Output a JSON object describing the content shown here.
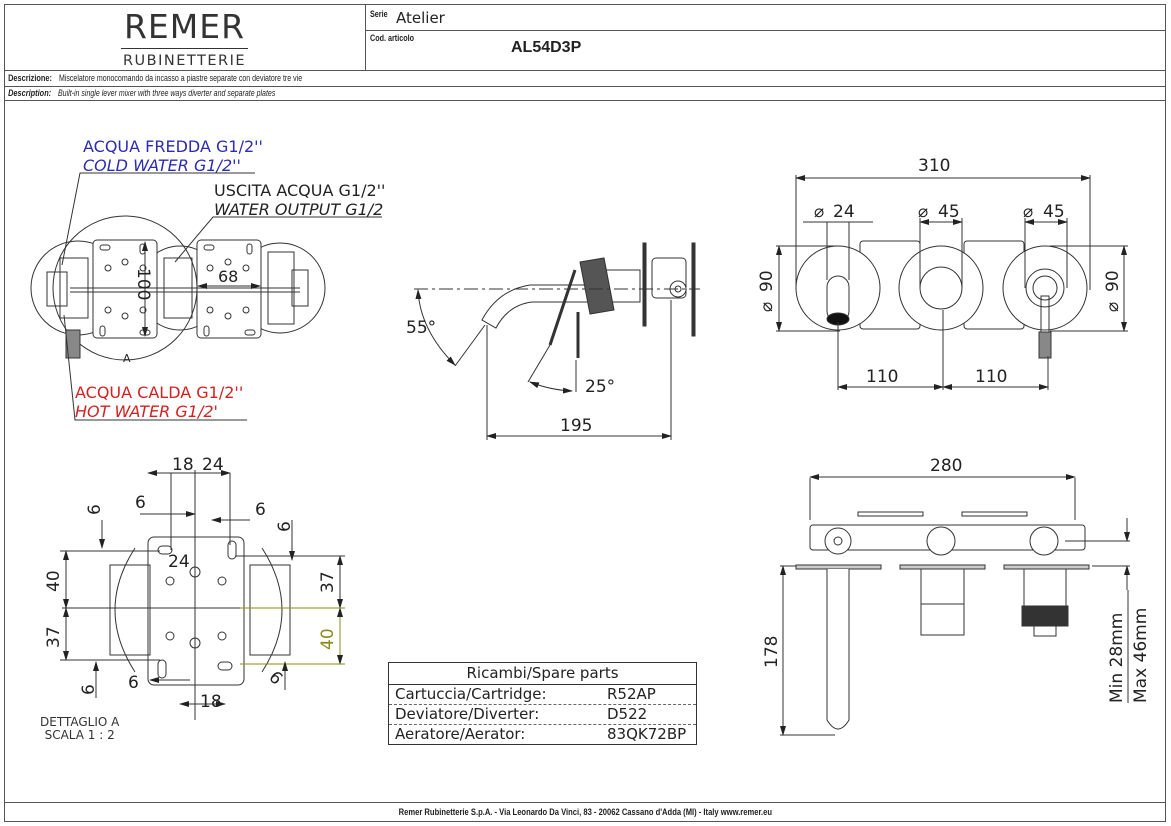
{
  "header": {
    "logo_main": "REMER",
    "logo_sub": "RUBINETTERIE",
    "serie_label": "Serie",
    "serie_value": "Atelier",
    "cod_label": "Cod. articolo",
    "cod_value": "AL54D3P"
  },
  "description": {
    "it_label": "Descrizione:",
    "it_text": "Miscelatore monocomando da incasso a piastre separate con deviatore tre vie",
    "en_label": "Description:",
    "en_text": "Built-in single lever mixer with three ways diverter and separate plates"
  },
  "colors": {
    "cold": "#2b2bb5",
    "hot": "#d42020",
    "highlight": "#8a8a1a",
    "line": "#333333"
  },
  "top_view": {
    "cold_it": "ACQUA FREDDA G1/2''",
    "cold_en": "COLD WATER G1/2''",
    "out_it": "USCITA ACQUA G1/2''",
    "out_en": "WATER OUTPUT G1/2",
    "hot_it": "ACQUA CALDA G1/2''",
    "hot_en": "HOT WATER G1/2'",
    "dim_100": "100",
    "dim_68": "68",
    "detail_marker": "A"
  },
  "side_view": {
    "angle_spout": "55°",
    "angle_lever": "25°",
    "dim_195": "195"
  },
  "front_view": {
    "dim_310": "310",
    "dia_24": "24",
    "dia_45a": "45",
    "dia_45b": "45",
    "dia_90_left": "90",
    "dia_90_right": "90",
    "dim_110a": "110",
    "dim_110b": "110"
  },
  "detail_view": {
    "dim_18_top": "18",
    "dim_24_top": "24",
    "dim_6_a": "6",
    "dim_6_b": "6",
    "dim_6_c": "6",
    "dim_6_d": "6",
    "dim_6_e": "6",
    "dim_6_f": "6",
    "dim_6_g": "6",
    "dim_24_mid": "24",
    "dim_40_left": "40",
    "dim_37_left": "37",
    "dim_37_right": "37",
    "dim_40_right": "40",
    "dim_18_bottom": "18",
    "caption_1": "DETTAGLIO A",
    "caption_2": "SCALA 1 : 2"
  },
  "spare_parts": {
    "title": "Ricambi/Spare parts",
    "rows": [
      {
        "name": "Cartuccia/Cartridge:",
        "code": "R52AP"
      },
      {
        "name": "Deviatore/Diverter:",
        "code": "D522"
      },
      {
        "name": "Aeratore/Aerator:",
        "code": "83QK72BP"
      }
    ]
  },
  "bottom_view": {
    "dim_280": "280",
    "dim_178": "178",
    "depth_min": "Min 28mm",
    "depth_max": "Max 46mm"
  },
  "footer": {
    "text": "Remer Rubinetterie S.p.A. - Via Leonardo Da Vinci, 83 - 20062 Cassano d'Adda (MI) - Italy www.remer.eu"
  }
}
